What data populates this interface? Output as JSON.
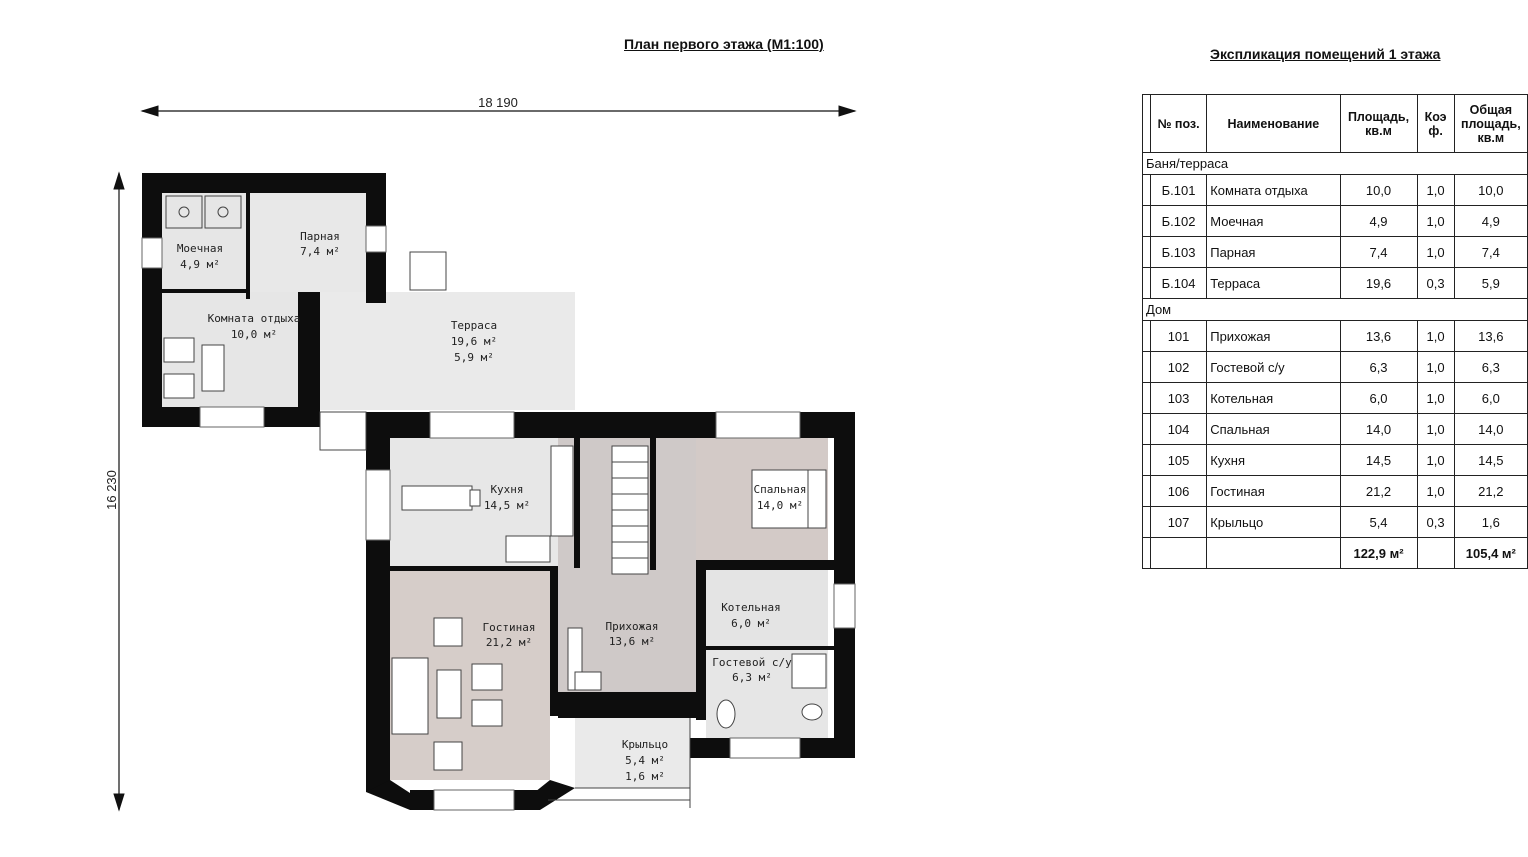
{
  "plan": {
    "title": "План первого этажа (М1:100)",
    "dim_width": "18 190",
    "dim_height": "16 230",
    "rooms": [
      {
        "name": "Моечная",
        "area": "4,9 м²"
      },
      {
        "name": "Парная",
        "area": "7,4 м²"
      },
      {
        "name": "Комната отдыха",
        "area": "10,0 м²"
      },
      {
        "name": "Терраса",
        "area": "19,6 м²",
        "area2": "5,9 м²"
      },
      {
        "name": "Кухня",
        "area": "14,5 м²"
      },
      {
        "name": "Спальная",
        "area": "14,0 м²"
      },
      {
        "name": "Гостиная",
        "area": "21,2 м²"
      },
      {
        "name": "Прихожая",
        "area": "13,6 м²"
      },
      {
        "name": "Котельная",
        "area": "6,0 м²"
      },
      {
        "name": "Гостевой с/у",
        "area": "6,3 м²"
      },
      {
        "name": "Крыльцо",
        "area": "5,4 м²",
        "area2": "1,6 м²"
      }
    ]
  },
  "table": {
    "title": "Экспликация помещений 1 этажа",
    "headers": {
      "pos": "№ поз.",
      "name": "Наименование",
      "area": "Площадь, кв.м",
      "coef": "Коэ ф.",
      "total": "Общая площадь, кв.м"
    },
    "group1": "Баня/терраса",
    "group2": "Дом",
    "rows1": [
      {
        "pos": "Б.101",
        "name": "Комната отдыха",
        "area": "10,0",
        "coef": "1,0",
        "total": "10,0"
      },
      {
        "pos": "Б.102",
        "name": "Моечная",
        "area": "4,9",
        "coef": "1,0",
        "total": "4,9"
      },
      {
        "pos": "Б.103",
        "name": "Парная",
        "area": "7,4",
        "coef": "1,0",
        "total": "7,4"
      },
      {
        "pos": "Б.104",
        "name": "Терраса",
        "area": "19,6",
        "coef": "0,3",
        "total": "5,9"
      }
    ],
    "rows2": [
      {
        "pos": "101",
        "name": "Прихожая",
        "area": "13,6",
        "coef": "1,0",
        "total": "13,6"
      },
      {
        "pos": "102",
        "name": "Гостевой с/у",
        "area": "6,3",
        "coef": "1,0",
        "total": "6,3"
      },
      {
        "pos": "103",
        "name": "Котельная",
        "area": "6,0",
        "coef": "1,0",
        "total": "6,0"
      },
      {
        "pos": "104",
        "name": "Спальная",
        "area": "14,0",
        "coef": "1,0",
        "total": "14,0"
      },
      {
        "pos": "105",
        "name": "Кухня",
        "area": "14,5",
        "coef": "1,0",
        "total": "14,5"
      },
      {
        "pos": "106",
        "name": "Гостиная",
        "area": "21,2",
        "coef": "1,0",
        "total": "21,2"
      },
      {
        "pos": "107",
        "name": "Крыльцо",
        "area": "5,4",
        "coef": "0,3",
        "total": "1,6"
      }
    ],
    "total_area": "122,9 м²",
    "total_sum": "105,4 м²"
  }
}
